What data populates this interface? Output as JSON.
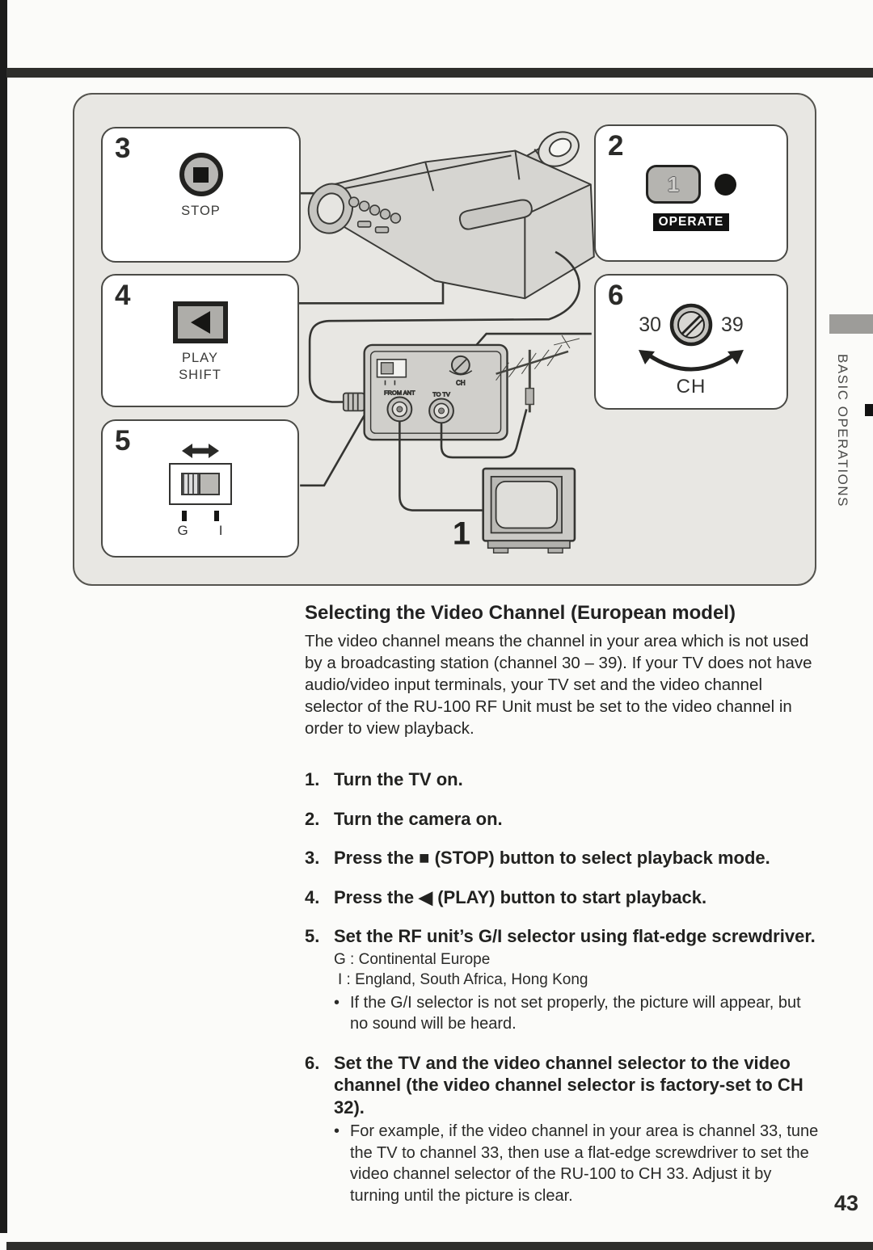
{
  "page": {
    "number": "43",
    "sidebar_label": "BASIC OPERATIONS",
    "bullet": "•"
  },
  "diagram": {
    "box3": {
      "num": "3",
      "caption": "STOP"
    },
    "box4": {
      "num": "4",
      "caption_line1": "PLAY",
      "caption_line2": "SHIFT"
    },
    "box5": {
      "num": "5",
      "left_label": "G",
      "right_label": "I"
    },
    "box2": {
      "num": "2",
      "power_key_label": "1",
      "caption": "OPERATE"
    },
    "box6": {
      "num": "6",
      "left_value": "30",
      "right_value": "39",
      "caption": "CH"
    },
    "tv_label": "1",
    "rf_unit": {
      "jack_left": "FROM ANT",
      "jack_right": "TO TV",
      "dial_label": "CH"
    }
  },
  "content": {
    "heading": "Selecting the Video Channel (European model)",
    "intro": "The video channel means the channel in your area which is not used by a broadcasting station (channel 30 – 39). If your TV does not have audio/video input terminals, your TV set and the video channel selector of the RU-100 RF Unit must be set to the video channel in order to view playback.",
    "steps": [
      {
        "num": "1.",
        "text": "Turn the TV on."
      },
      {
        "num": "2.",
        "text": "Turn the camera on."
      },
      {
        "num": "3.",
        "text": "Press the ■ (STOP) button to select playback mode."
      },
      {
        "num": "4.",
        "text": "Press the ◀ (PLAY) button to start playback."
      },
      {
        "num": "5.",
        "text": "Set the RF unit’s G/I selector using flat-edge screwdriver.",
        "details": [
          "G : Continental Europe",
          "I : England, South Africa, Hong Kong"
        ],
        "note": "If the G/I selector is not set properly, the picture will appear, but no sound will be heard."
      },
      {
        "num": "6.",
        "text": "Set the TV and the video channel selector to the video channel (the video channel selector is factory-set to CH 32).",
        "note": "For example, if the video channel in your area is channel 33, tune the TV to channel 33, then use a flat-edge screwdriver to set the video channel selector of the RU-100 to CH 33. Adjust it by turning until the picture is clear."
      }
    ]
  }
}
